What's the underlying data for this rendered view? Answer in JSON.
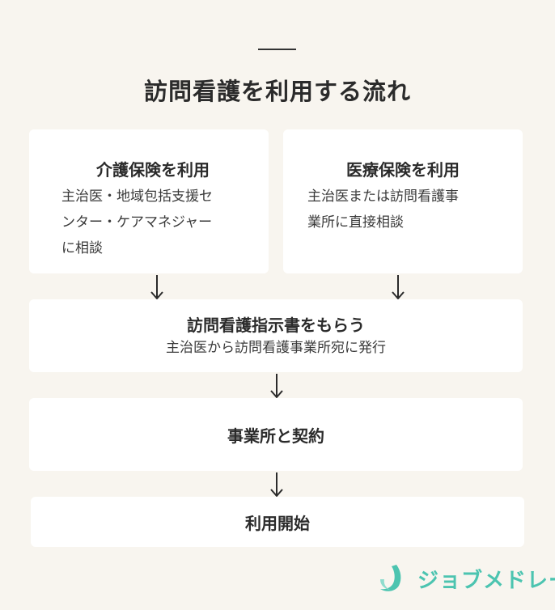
{
  "title": "訪問看護を利用する流れ",
  "boxes": {
    "care_insurance": {
      "title": "介護保険を利用",
      "desc": "主治医・地域包括支援セ\nンター・ケアマネジャー\nに相談"
    },
    "medical_insurance": {
      "title": "医療保険を利用",
      "desc": "主治医または訪問看護事\n業所に直接相談"
    },
    "order": {
      "title": "訪問看護指示書をもらう",
      "desc": "主治医から訪問看護事業所宛に発行"
    },
    "contract": {
      "title": "事業所と契約"
    },
    "start": {
      "title": "利用開始"
    }
  },
  "logo": {
    "text": "ジョブメドレー",
    "color": "#4cc4b0"
  },
  "colors": {
    "background": "#f8f5ef",
    "box": "#ffffff",
    "text": "#2b2b2b"
  }
}
